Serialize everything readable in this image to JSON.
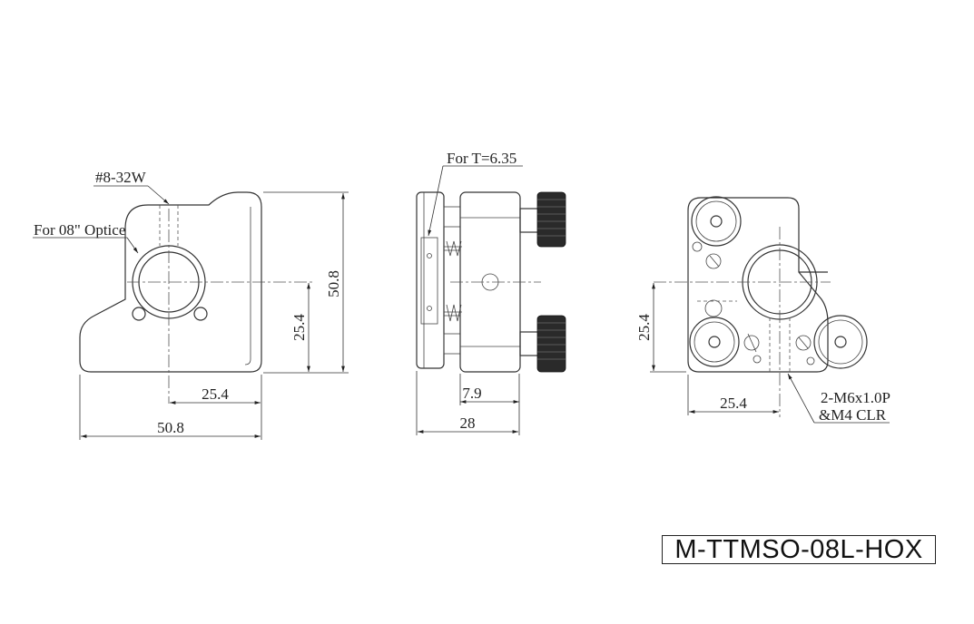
{
  "front_view": {
    "thread_callout": "#8-32W",
    "optic_callout": "For 08\" Optice",
    "dim_height": "50.8",
    "dim_center_height": "25.4",
    "dim_center_width": "25.4",
    "dim_width": "50.8"
  },
  "side_view": {
    "thickness_callout": "For T=6.35",
    "dim_offset": "7.9",
    "dim_depth": "28"
  },
  "rear_view": {
    "dim_center_height": "25.4",
    "dim_center_width": "25.4",
    "mount_callout_line1": "2-M6x1.0P",
    "mount_callout_line2": "&M4 CLR"
  },
  "model_number": "M-TTMSO-08L-HOX"
}
